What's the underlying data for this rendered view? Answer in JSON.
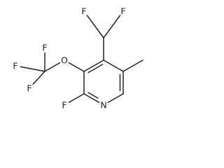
{
  "molecule": {
    "atom_colors": {
      "default": "#222222"
    },
    "atoms": [
      {
        "id": "N1",
        "element": "N",
        "label": "N"
      },
      {
        "id": "C2",
        "element": "C",
        "label": ""
      },
      {
        "id": "C3",
        "element": "C",
        "label": ""
      },
      {
        "id": "C4",
        "element": "C",
        "label": ""
      },
      {
        "id": "C5",
        "element": "C",
        "label": ""
      },
      {
        "id": "C6",
        "element": "C",
        "label": ""
      },
      {
        "id": "F2",
        "element": "F",
        "label": "F"
      },
      {
        "id": "O3",
        "element": "O",
        "label": "O"
      },
      {
        "id": "C7",
        "element": "C",
        "label": ""
      },
      {
        "id": "F7a",
        "element": "F",
        "label": "F"
      },
      {
        "id": "F7b",
        "element": "F",
        "label": "F"
      },
      {
        "id": "F7c",
        "element": "F",
        "label": "F"
      },
      {
        "id": "C8",
        "element": "C",
        "label": ""
      },
      {
        "id": "F8a",
        "element": "F",
        "label": "F"
      },
      {
        "id": "F8b",
        "element": "F",
        "label": "F"
      },
      {
        "id": "C9",
        "element": "C",
        "label": ""
      }
    ],
    "bonds": [
      {
        "from": "N1",
        "to": "C2",
        "order": 2
      },
      {
        "from": "C2",
        "to": "C3",
        "order": 1
      },
      {
        "from": "C3",
        "to": "C4",
        "order": 2
      },
      {
        "from": "C4",
        "to": "C5",
        "order": 1
      },
      {
        "from": "C5",
        "to": "C6",
        "order": 2
      },
      {
        "from": "C6",
        "to": "N1",
        "order": 1
      },
      {
        "from": "C2",
        "to": "F2",
        "order": 1
      },
      {
        "from": "C3",
        "to": "O3",
        "order": 1
      },
      {
        "from": "O3",
        "to": "C7",
        "order": 1
      },
      {
        "from": "C7",
        "to": "F7a",
        "order": 1
      },
      {
        "from": "C7",
        "to": "F7b",
        "order": 1
      },
      {
        "from": "C7",
        "to": "F7c",
        "order": 1
      },
      {
        "from": "C4",
        "to": "C8",
        "order": 1
      },
      {
        "from": "C8",
        "to": "F8a",
        "order": 1
      },
      {
        "from": "C8",
        "to": "F8b",
        "order": 1
      },
      {
        "from": "C5",
        "to": "C9",
        "order": 1
      }
    ]
  }
}
